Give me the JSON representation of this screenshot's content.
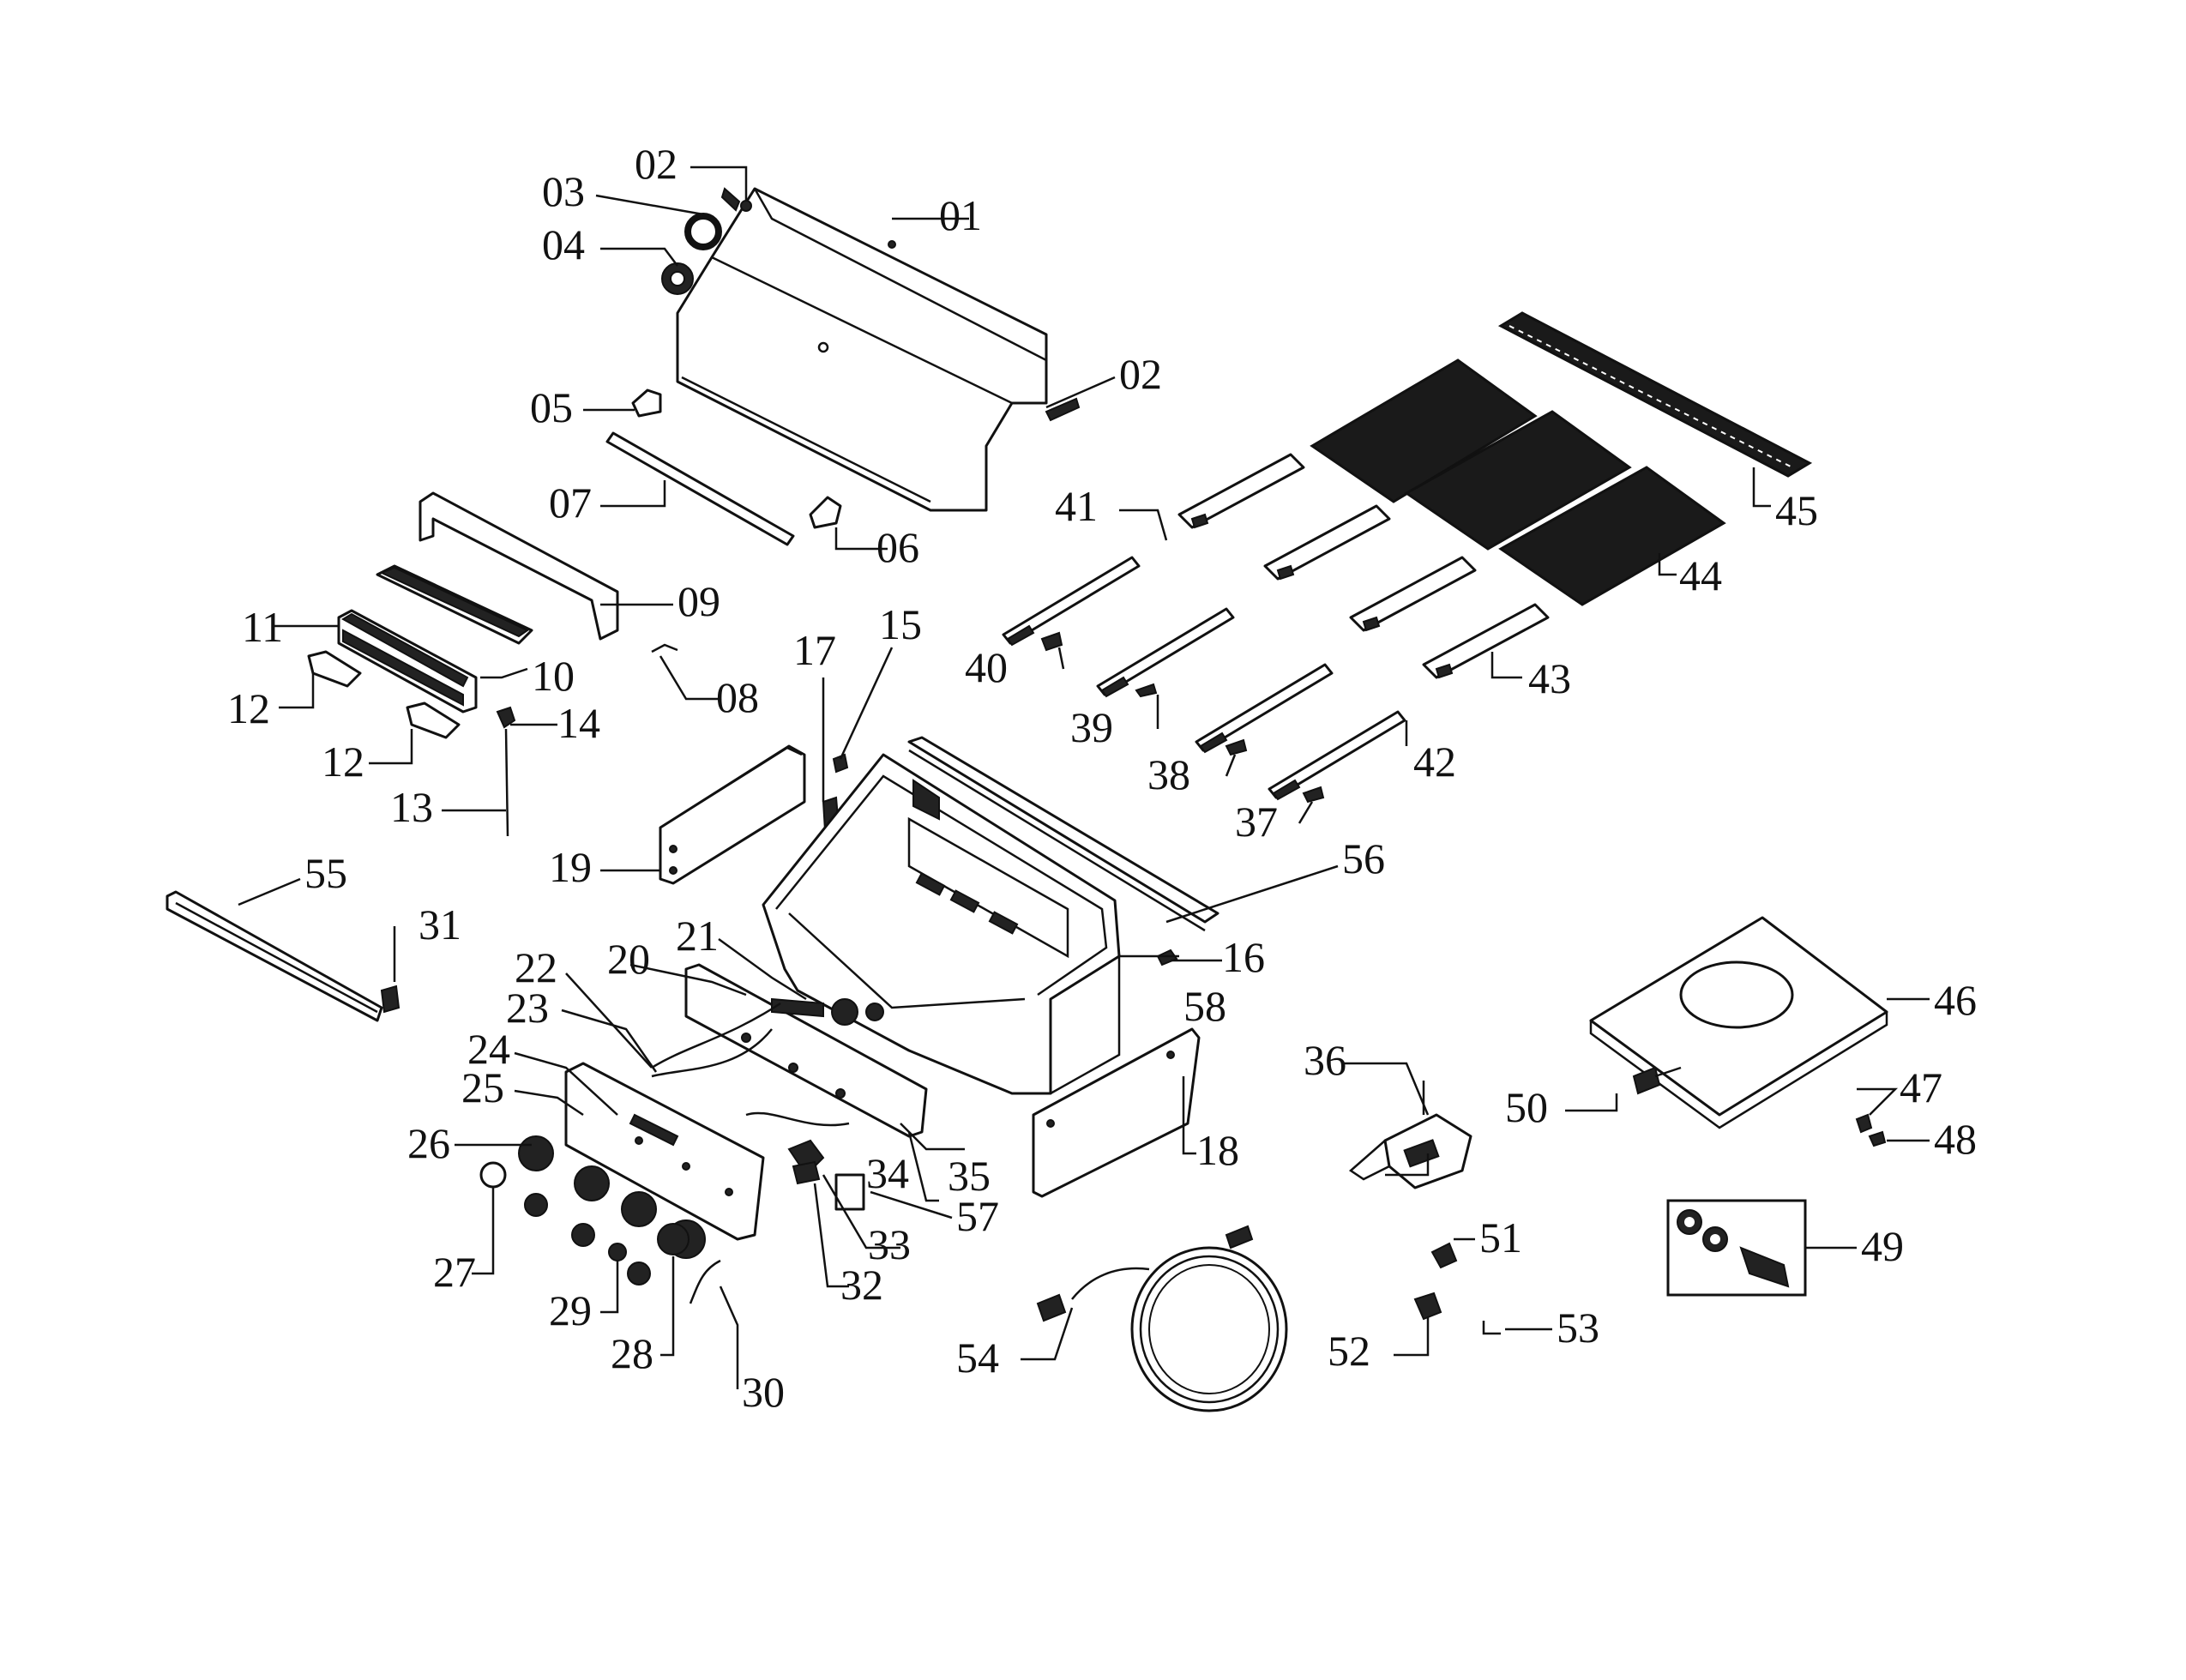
{
  "labels": [
    "01",
    "02",
    "02",
    "03",
    "04",
    "05",
    "06",
    "07",
    "08",
    "09",
    "10",
    "11",
    "12",
    "12",
    "13",
    "14",
    "15",
    "16",
    "17",
    "18",
    "19",
    "20",
    "21",
    "22",
    "23",
    "24",
    "25",
    "26",
    "27",
    "28",
    "29",
    "30",
    "31",
    "32",
    "33",
    "34",
    "35",
    "36",
    "37",
    "38",
    "39",
    "40",
    "41",
    "42",
    "43",
    "44",
    "45",
    "46",
    "47",
    "48",
    "49",
    "50",
    "51",
    "52",
    "53",
    "54",
    "55",
    "56",
    "57",
    "58"
  ],
  "colors": {
    "ink": "#111111",
    "fill": "#222222",
    "paper": "#ffffff"
  }
}
